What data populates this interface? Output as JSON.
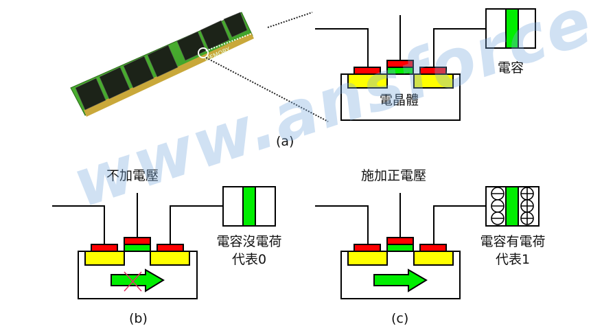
{
  "panels": {
    "a": {
      "caption": "(a)",
      "transistor_label": "電晶體",
      "capacitor_label": "電容",
      "module_logo": "MEMORY"
    },
    "b": {
      "caption": "(b)",
      "voltage_label": "不加電壓",
      "capacitor_label_line1": "電容沒電荷",
      "capacitor_label_line2": "代表0",
      "current_flow": "blocked"
    },
    "c": {
      "caption": "(c)",
      "voltage_label": "施加正電壓",
      "capacitor_label_line1": "電容有電荷",
      "capacitor_label_line2": "代表1",
      "current_flow": "flowing"
    }
  },
  "watermark": "www.ansforce.com",
  "colors": {
    "electrode": "#ff0000",
    "gate_oxide": "#00ee00",
    "doped_region": "#ffff00",
    "dielectric": "#00ee00",
    "arrow": "#00ee00",
    "block_mark": "#dd3366",
    "watermark": "#78aadc"
  }
}
